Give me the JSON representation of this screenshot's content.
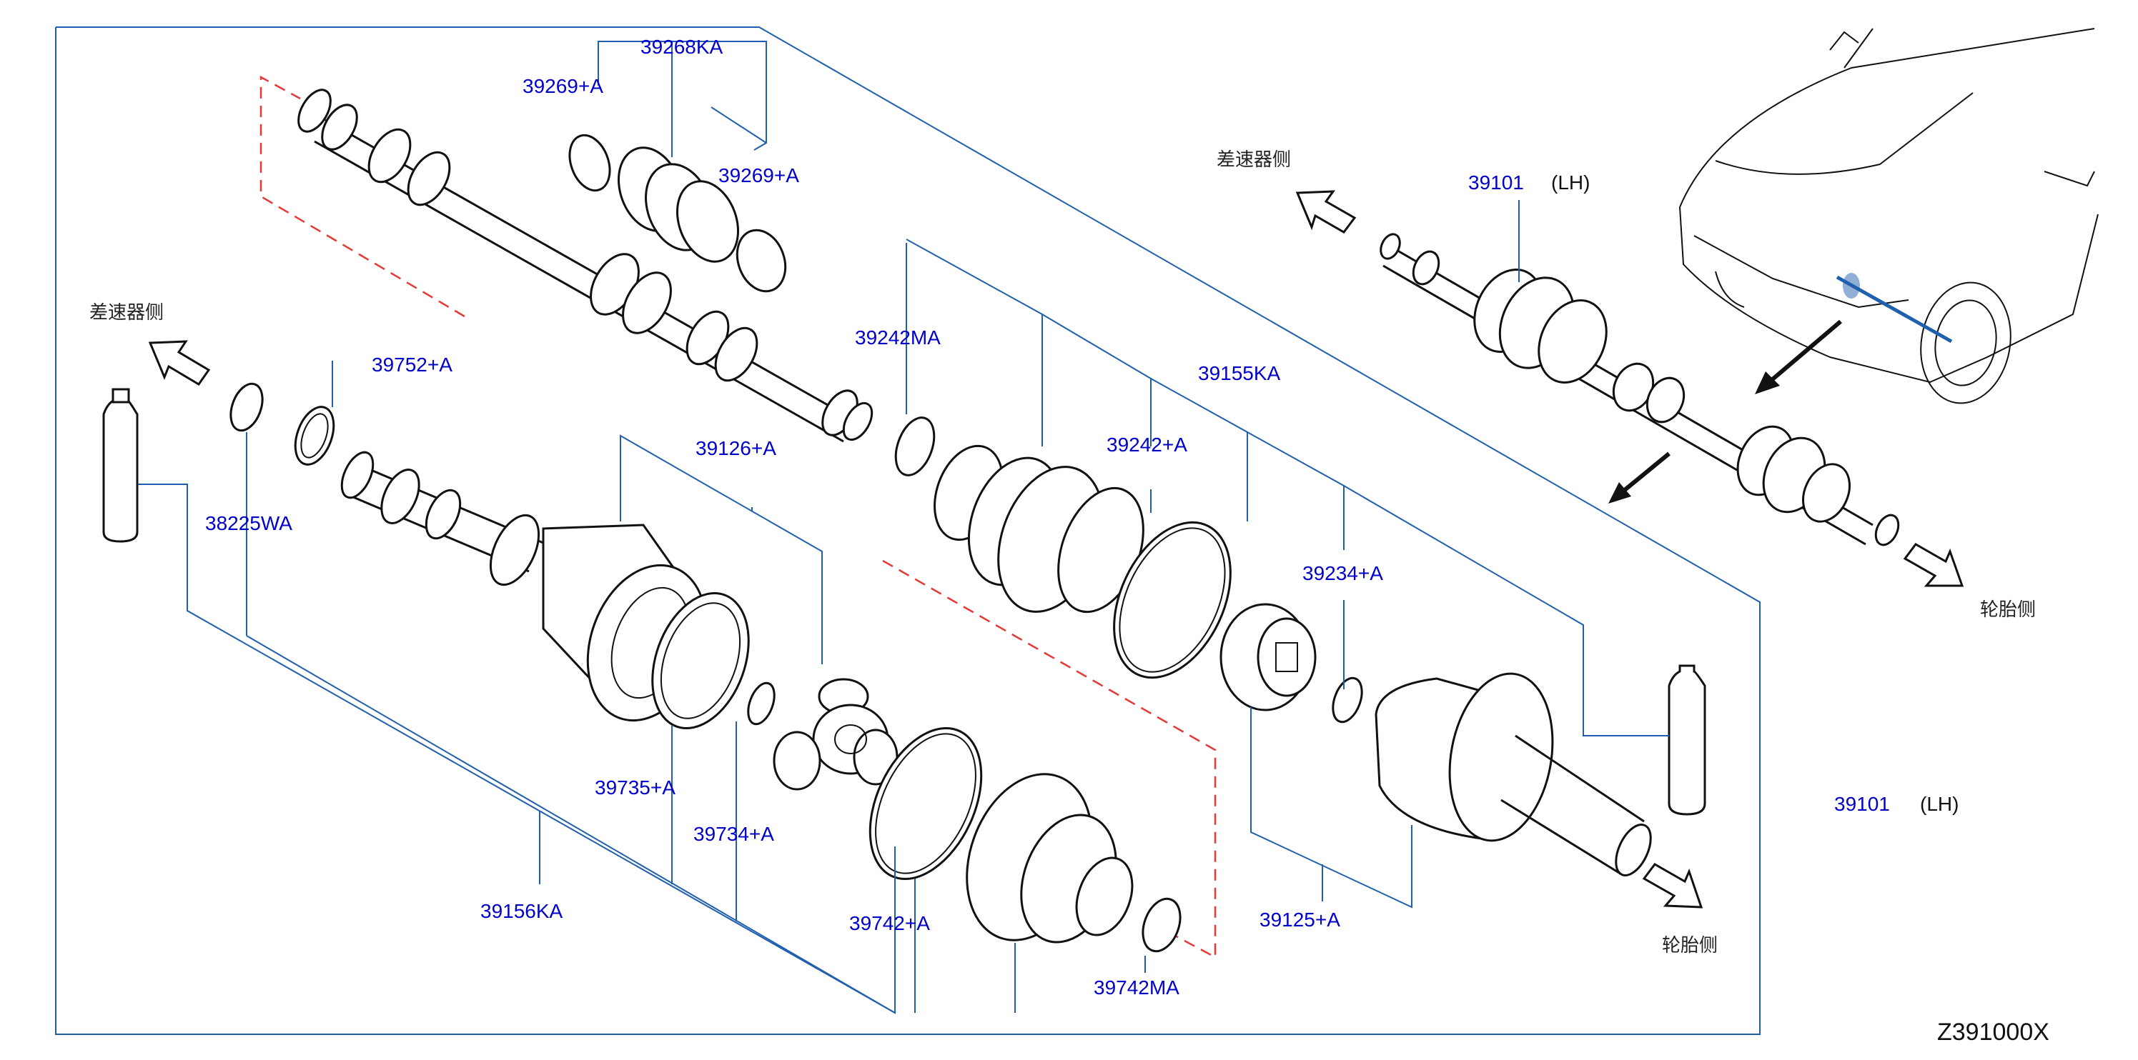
{
  "diagram": {
    "code": "Z391000X",
    "labels": {
      "l39268KA": "39268KA",
      "l39269A_1": "39269+A",
      "l39269A_2": "39269+A",
      "l39242MA": "39242MA",
      "l39155KA": "39155KA",
      "l39242A": "39242+A",
      "l39234A": "39234+A",
      "l39752A": "39752+A",
      "l38225WA": "38225WA",
      "l39126A": "39126+A",
      "l39735A": "39735+A",
      "l39734A": "39734+A",
      "l39742A": "39742+A",
      "l39742MA": "39742MA",
      "l39156KA": "39156KA",
      "l39125A": "39125+A",
      "l39101_top": "39101",
      "l39101_right": "39101"
    },
    "lh": "(LH)",
    "diff_side": "差速器侧",
    "wheel_side": "轮胎侧"
  },
  "colors": {
    "part_label": "#0000cc",
    "frame": "#1f5fae",
    "dashed": "#e53935"
  }
}
